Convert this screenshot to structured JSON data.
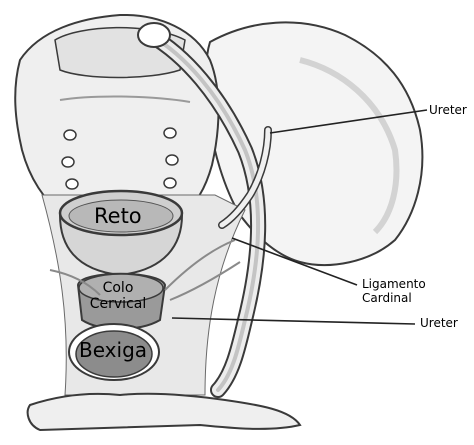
{
  "labels": {
    "reto": "Reto",
    "colo": "Colo Cervical",
    "bexiga": "Bexiga",
    "ureter_top": "Ureter",
    "ligamento": "Ligamento Cardinal",
    "ureter_bottom": "Ureter"
  },
  "colors": {
    "outline": "#3a3a3a",
    "bone": "#f4f4f4",
    "shading": "#cfcfcf",
    "organ_gray": "#9a9a9a",
    "leader_line": "#222222"
  }
}
